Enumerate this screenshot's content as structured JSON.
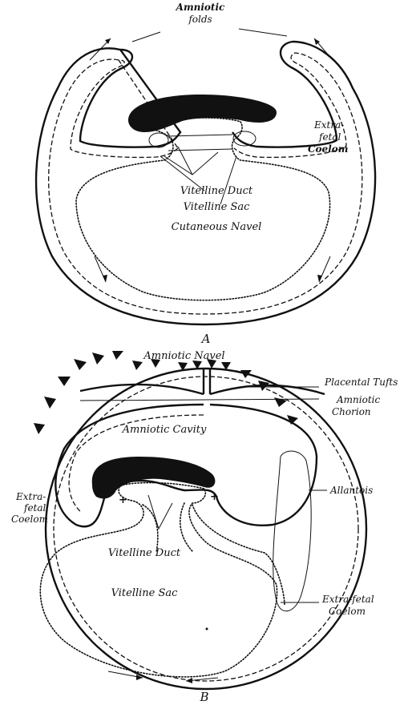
{
  "figure_a": {
    "panel_label": "A",
    "labels": {
      "amniotic_folds_1": "Amniotic",
      "amniotic_folds_2": "folds",
      "extrafetal_coelom_1": "Extra-",
      "extrafetal_coelom_2": "fetal",
      "extrafetal_coelom_3": "Coelom",
      "vitelline_duct": "Vitelline Duct",
      "vitelline_sac": "Vitelline Sac",
      "cutaneous_navel": "Cutaneous Navel"
    }
  },
  "figure_b": {
    "panel_label": "B",
    "labels": {
      "amniotic_navel": "Amniotic Navel",
      "placental_tufts": "Placental Tufts",
      "amniotic_1": "Amniotic",
      "chorion": "Chorion",
      "amniotic_cavity": "Amniotic Cavity",
      "allantois": "Allantois",
      "extrafetal_coelom_left_1": "Extra-",
      "extrafetal_coelom_left_2": "fetal",
      "extrafetal_coelom_left_3": "Coelom",
      "vitelline_duct": "Vitelline Duct",
      "vitelline_sac": "Vitelline Sac",
      "extrafetal_coelom_right_1": "Extra-fetal",
      "extrafetal_coelom_right_2": "Coelom",
      "plus_left": "+",
      "plus_right": "+"
    }
  }
}
